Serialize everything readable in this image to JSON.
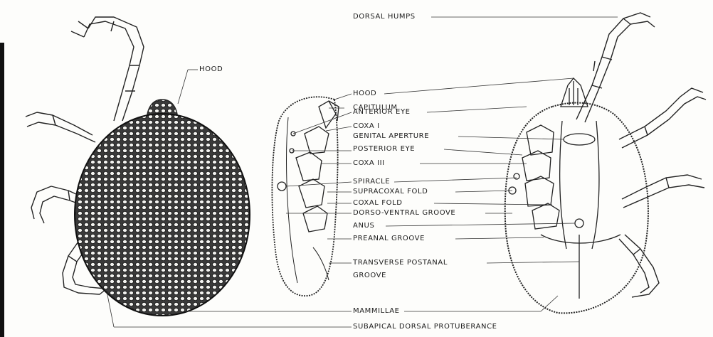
{
  "figure": {
    "labels": {
      "dorsal_humps": "DORSAL HUMPS",
      "hood_dorsal": "HOOD",
      "hood_lateral": "HOOD",
      "capitulum": "CAPITULUM",
      "anterior_eye": "ANTERIOR EYE",
      "coxa_i": "COXA I",
      "genital_aperture": "GENITAL APERTURE",
      "posterior_eye": "POSTERIOR EYE",
      "coxa_iii": "COXA III",
      "spiracle": "SPIRACLE",
      "supracoxal_fold": "SUPRACOXAL FOLD",
      "coxal_fold": "COXAL FOLD",
      "dorso_ventral_groove": "DORSO-VENTRAL GROOVE",
      "anus": "ANUS",
      "preanal_groove": "PREANAL GROOVE",
      "transverse_postanal_groove_1": "TRANSVERSE POSTANAL",
      "transverse_postanal_groove_2": "GROOVE",
      "mammillae": "MAMMILLAE",
      "subapical_dorsal_protuberance": "SUBAPICAL DORSAL PROTUBERANCE"
    }
  }
}
